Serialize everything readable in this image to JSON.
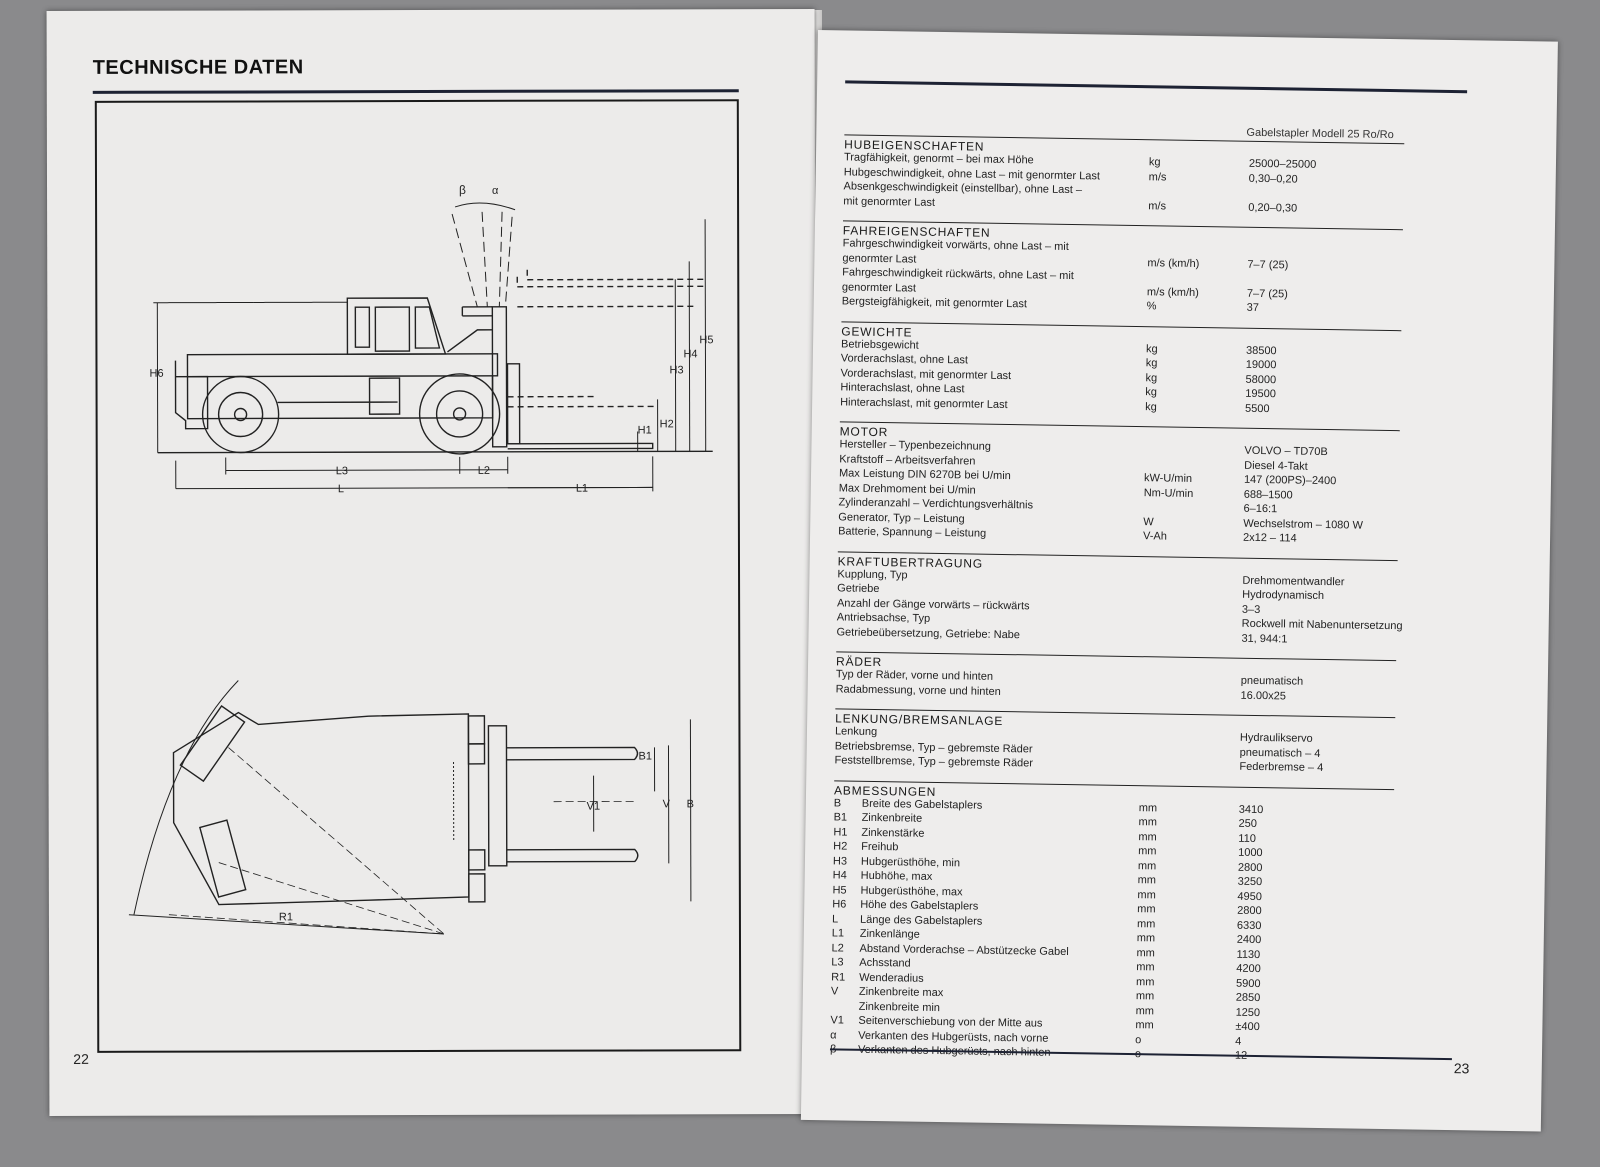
{
  "left_page": {
    "title": "TECHNISCHE DATEN",
    "page_number": "22",
    "labels": {
      "beta": "β",
      "alpha": "α",
      "H1": "H1",
      "H2": "H2",
      "H3": "H3",
      "H4": "H4",
      "H5": "H5",
      "H6": "H6",
      "L": "L",
      "L1": "L1",
      "L2": "L2",
      "L3": "L3",
      "B": "B",
      "B1": "B1",
      "V": "V",
      "V1": "V1",
      "R1": "R1"
    }
  },
  "right_page": {
    "page_number": "23",
    "model_label": "Gabelstapler Modell 25 Ro/Ro",
    "sections": [
      {
        "title": "HUBEIGENSCHAFTEN",
        "rows": [
          {
            "label": "Tragfähigkeit, genormt – bei max Höhe",
            "unit": "kg",
            "value": "25000–25000"
          },
          {
            "label": "Hubgeschwindigkeit, ohne Last – mit genormter Last",
            "unit": "m/s",
            "value": "0,30–0,20"
          },
          {
            "label": "Absenkgeschwindigkeit (einstellbar), ohne Last –",
            "unit": "",
            "value": ""
          },
          {
            "label": "mit genormter Last",
            "unit": "m/s",
            "value": "0,20–0,30"
          }
        ]
      },
      {
        "title": "FAHREIGENSCHAFTEN",
        "rows": [
          {
            "label": "Fahrgeschwindigkeit vorwärts, ohne Last – mit",
            "unit": "",
            "value": ""
          },
          {
            "label": "genormter Last",
            "unit": "m/s (km/h)",
            "value": "7–7 (25)"
          },
          {
            "label": "Fahrgeschwindigkeit rückwärts, ohne Last – mit",
            "unit": "",
            "value": ""
          },
          {
            "label": "genormter Last",
            "unit": "m/s (km/h)",
            "value": "7–7 (25)"
          },
          {
            "label": "Bergsteigfähigkeit, mit genormter Last",
            "unit": "%",
            "value": "37"
          }
        ]
      },
      {
        "title": "GEWICHTE",
        "rows": [
          {
            "label": "Betriebsgewicht",
            "unit": "kg",
            "value": "38500"
          },
          {
            "label": "Vorderachslast, ohne Last",
            "unit": "kg",
            "value": "19000"
          },
          {
            "label": "Vorderachslast, mit genormter Last",
            "unit": "kg",
            "value": "58000"
          },
          {
            "label": "Hinterachslast, ohne Last",
            "unit": "kg",
            "value": "19500"
          },
          {
            "label": "Hinterachslast, mit genormter Last",
            "unit": "kg",
            "value": "5500"
          }
        ]
      },
      {
        "title": "MOTOR",
        "rows": [
          {
            "label": "Hersteller – Typenbezeichnung",
            "unit": "",
            "value": "VOLVO – TD70B"
          },
          {
            "label": "Kraftstoff – Arbeitsverfahren",
            "unit": "",
            "value": "Diesel 4-Takt"
          },
          {
            "label": "Max Leistung DIN 6270B bei U/min",
            "unit": "kW-U/min",
            "value": "147 (200PS)–2400"
          },
          {
            "label": "Max Drehmoment bei U/min",
            "unit": "Nm-U/min",
            "value": "688–1500"
          },
          {
            "label": "Zylinderanzahl – Verdichtungsverhältnis",
            "unit": "",
            "value": "6–16:1"
          },
          {
            "label": "Generator, Typ – Leistung",
            "unit": "W",
            "value": "Wechselstrom – 1080 W"
          },
          {
            "label": "Batterie, Spannung – Leistung",
            "unit": "V-Ah",
            "value": "2x12 – 114"
          }
        ]
      },
      {
        "title": "KRAFTUBERTRAGUNG",
        "rows": [
          {
            "label": "Kupplung, Typ",
            "unit": "",
            "value": "Drehmomentwandler"
          },
          {
            "label": "Getriebe",
            "unit": "",
            "value": "Hydrodynamisch"
          },
          {
            "label": "Anzahl der Gänge vorwärts – rückwärts",
            "unit": "",
            "value": "3–3"
          },
          {
            "label": "Antriebsachse, Typ",
            "unit": "",
            "value": "Rockwell mit Nabenuntersetzung"
          },
          {
            "label": "Getriebeübersetzung, Getriebe: Nabe",
            "unit": "",
            "value": "31, 944:1"
          }
        ]
      },
      {
        "title": "RÄDER",
        "rows": [
          {
            "label": "Typ der Räder, vorne und hinten",
            "unit": "",
            "value": "pneumatisch"
          },
          {
            "label": "Radabmessung, vorne und hinten",
            "unit": "",
            "value": "16.00x25"
          }
        ]
      },
      {
        "title": "LENKUNG/BREMSANLAGE",
        "rows": [
          {
            "label": "Lenkung",
            "unit": "",
            "value": "Hydraulikservo"
          },
          {
            "label": "Betriebsbremse, Typ – gebremste Räder",
            "unit": "",
            "value": "pneumatisch – 4"
          },
          {
            "label": "Feststellbremse, Typ – gebremste Räder",
            "unit": "",
            "value": "Federbremse – 4"
          }
        ]
      },
      {
        "title": "ABMESSUNGEN",
        "coded": true,
        "rows": [
          {
            "code": "B",
            "label": "Breite des Gabelstaplers",
            "unit": "mm",
            "value": "3410"
          },
          {
            "code": "B1",
            "label": "Zinkenbreite",
            "unit": "mm",
            "value": "250"
          },
          {
            "code": "H1",
            "label": "Zinkenstärke",
            "unit": "mm",
            "value": "110"
          },
          {
            "code": "H2",
            "label": "Freihub",
            "unit": "mm",
            "value": "1000"
          },
          {
            "code": "H3",
            "label": "Hubgerüsthöhe, min",
            "unit": "mm",
            "value": "2800"
          },
          {
            "code": "H4",
            "label": "Hubhöhe, max",
            "unit": "mm",
            "value": "3250"
          },
          {
            "code": "H5",
            "label": "Hubgerüsthöhe, max",
            "unit": "mm",
            "value": "4950"
          },
          {
            "code": "H6",
            "label": "Höhe des Gabelstaplers",
            "unit": "mm",
            "value": "2800"
          },
          {
            "code": "L",
            "label": "Länge des Gabelstaplers",
            "unit": "mm",
            "value": "6330"
          },
          {
            "code": "L1",
            "label": "Zinkenlänge",
            "unit": "mm",
            "value": "2400"
          },
          {
            "code": "L2",
            "label": "Abstand Vorderachse – Abstützecke Gabel",
            "unit": "mm",
            "value": "1130"
          },
          {
            "code": "L3",
            "label": "Achsstand",
            "unit": "mm",
            "value": "4200"
          },
          {
            "code": "R1",
            "label": "Wenderadius",
            "unit": "mm",
            "value": "5900"
          },
          {
            "code": "V",
            "label": "Zinkenbreite max",
            "unit": "mm",
            "value": "2850"
          },
          {
            "code": "",
            "label": "Zinkenbreite min",
            "unit": "mm",
            "value": "1250"
          },
          {
            "code": "V1",
            "label": "Seitenverschiebung von der Mitte aus",
            "unit": "mm",
            "value": "±400"
          },
          {
            "code": "α",
            "label": "Verkanten des Hubgerüsts, nach vorne",
            "unit": "o",
            "value": "4"
          },
          {
            "code": "β",
            "label": "Verkanten des Hubgerüsts, nach hinten",
            "unit": "o",
            "value": "12"
          }
        ]
      }
    ]
  }
}
